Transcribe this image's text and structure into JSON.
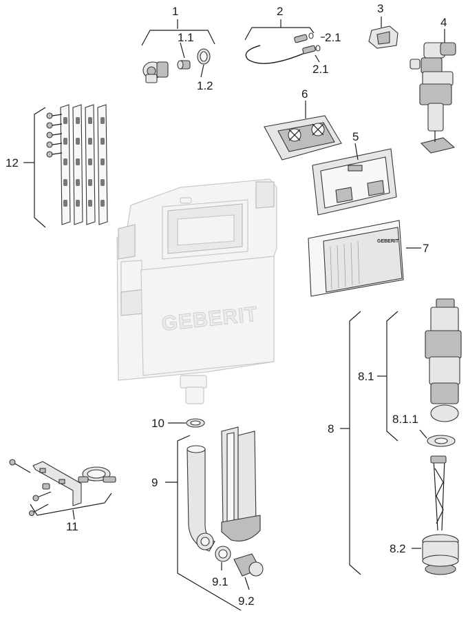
{
  "diagram": {
    "labels": {
      "l1": "1",
      "l1_1": "1.1",
      "l1_2": "1.2",
      "l2": "2",
      "l2_1a": "2.1",
      "l2_1b": "2.1",
      "l3": "3",
      "l4": "4",
      "l5": "5",
      "l6": "6",
      "l7": "7",
      "l8": "8",
      "l8_1": "8.1",
      "l8_1_1": "8.1.1",
      "l8_2": "8.2",
      "l9": "9",
      "l9_1": "9.1",
      "l9_2": "9.2",
      "l10": "10",
      "l11": "11",
      "l12": "12"
    },
    "cistern_brand": "GEBERIT",
    "plate_brand": "GEBERIT"
  }
}
